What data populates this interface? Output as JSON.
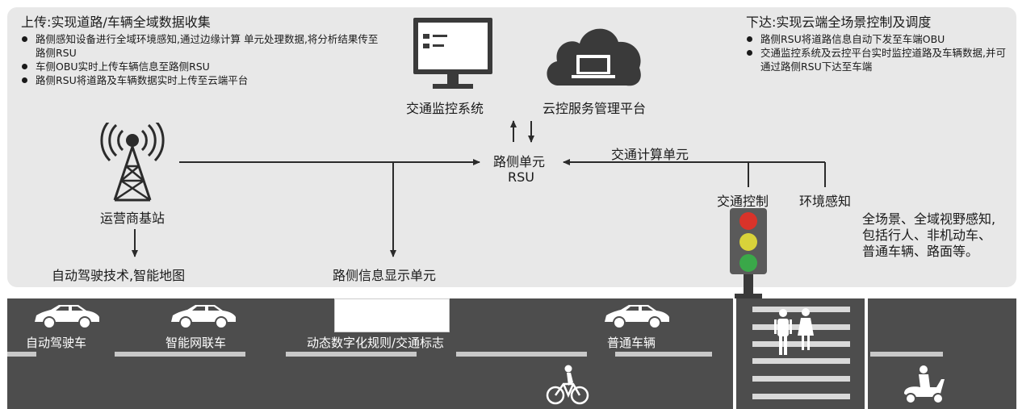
{
  "upload": {
    "title": "上传:实现道路/车辆全域数据收集",
    "bullets": [
      "路侧感知设备进行全域环境感知,通过边缘计算 单元处理数据,将分析结果传至路侧RSU",
      "车侧OBU实时上传车辆信息至路侧RSU",
      "路侧RSU将道路及车辆数据实时上传至云端平台"
    ]
  },
  "download": {
    "title": "下达:实现云端全场景控制及调度",
    "bullets": [
      "路侧RSU将道路信息自动下发至车端OBU",
      "交通监控系统及云控平台实时监控道路及车辆数据,并可通过路侧RSU下达至车端"
    ]
  },
  "nodes": {
    "monitor": "交通监控系统",
    "cloud": "云控服务管理平台",
    "rsu_line1": "路侧单元",
    "rsu_line2": "RSU",
    "compute": "交通计算单元",
    "tower": "运营商基站",
    "autodrive": "自动驾驶技术,智能地图",
    "display": "路侧信息显示单元",
    "control": "交通控制",
    "perception": "环境感知",
    "scope": "全场景、全域视野感知, 包括行人、非机动车、普通车辆、路面等。"
  },
  "road": {
    "auto_car": "自动驾驶车",
    "connected_car": "智能网联车",
    "signs": "动态数字化规则/交通标志",
    "normal_car": "普通车辆"
  },
  "colors": {
    "red": "#d9332a",
    "yellow": "#d8d23a",
    "green": "#3aa849",
    "dark": "#3a3a3a"
  }
}
